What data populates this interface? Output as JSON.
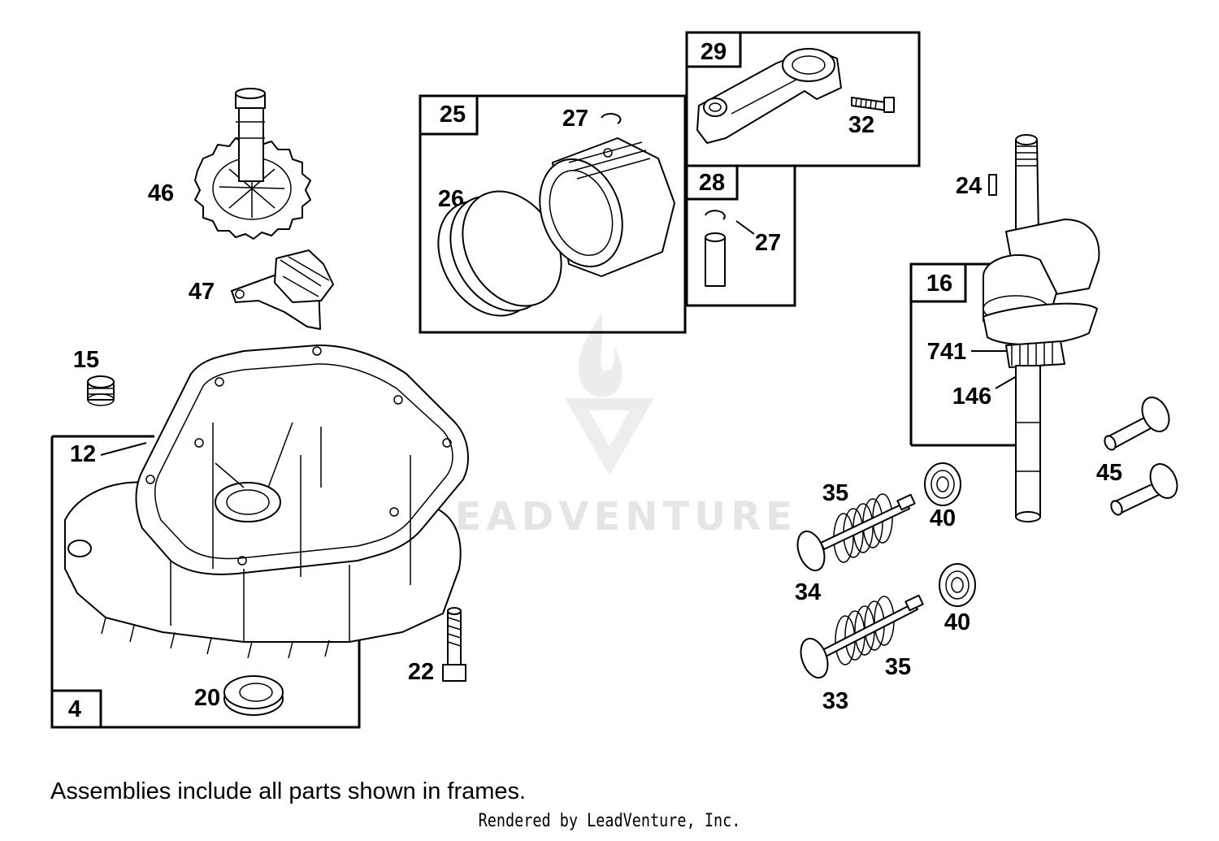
{
  "watermark": "LEADVENTURE",
  "frames": [
    {
      "id": "frame-4",
      "labels": [
        "4",
        "12"
      ]
    },
    {
      "id": "frame-25",
      "labels": [
        "25",
        "26",
        "27"
      ]
    },
    {
      "id": "frame-29",
      "labels": [
        "29",
        "32"
      ]
    },
    {
      "id": "frame-28",
      "labels": [
        "28",
        "27"
      ]
    },
    {
      "id": "frame-16",
      "labels": [
        "16",
        "741",
        "146"
      ]
    }
  ],
  "callouts": {
    "c4": "4",
    "c12": "12",
    "c15": "15",
    "c16": "16",
    "c20": "20",
    "c22": "22",
    "c24": "24",
    "c25": "25",
    "c26": "26",
    "c27a": "27",
    "c27b": "27",
    "c28": "28",
    "c29": "29",
    "c32": "32",
    "c33": "33",
    "c34": "34",
    "c35a": "35",
    "c35b": "35",
    "c40a": "40",
    "c40b": "40",
    "c45": "45",
    "c46": "46",
    "c47": "47",
    "c146": "146",
    "c741": "741"
  },
  "footer": {
    "note": "Assemblies include all parts shown in frames.",
    "credit": "Rendered by LeadVenture, Inc."
  }
}
